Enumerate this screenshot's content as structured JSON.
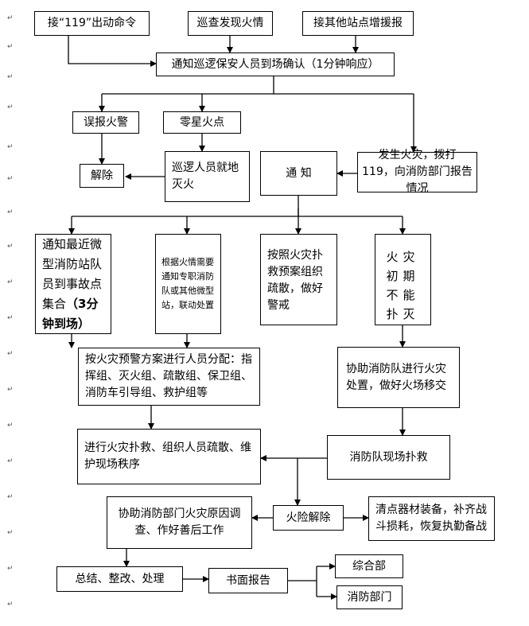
{
  "nodes": {
    "n119": "接“119”出动命令",
    "patrol_find": "巡查发现火情",
    "other_station": "接其他站点增援报",
    "notify_confirm": "通知巡逻保安人员到场确认（1分钟响应）",
    "false_alarm": "误报火警",
    "sporadic": "零星火点",
    "dismiss": "解除",
    "patrol_extinguish": "巡逻人员就地灭火",
    "notify": "通  知",
    "fire_report": "发生火灾，拨打 119，向消防部门报告情况",
    "nearest_station": "通知最近微型消防站队员到事故点集合",
    "nearest_station_bold": "（3分钟到场）",
    "notify_pro": "根据火情需要通知专职消防队或其他微型站，联动处置",
    "plan_evac": "按照火灾扑救预案组织疏散，做好警戒",
    "cannot_extinguish": "火灾初期不能扑灭",
    "assign_groups": "按火灾预警方案进行人员分配：指挥组、灭火组、疏散组、保卫组、消防车引导组、救护组等",
    "assist_fd": "协助消防队进行火灾处置，做好火场移交",
    "firefight": "进行火灾扑救、组织人员疏散、维护现场秩序",
    "fd_onsite": "消防队现场扑救",
    "assist_investigate": "协助消防部门火灾原因调查、作好善后工作",
    "danger_cleared": "火险解除",
    "restock": "清点器材装备，补齐战斗损耗，恢复执勤备战",
    "summary": "总结、整改、处理",
    "written_report": "书面报告",
    "general_dept": "综合部",
    "fire_dept": "消防部门"
  },
  "paragraph_mark": "↵"
}
